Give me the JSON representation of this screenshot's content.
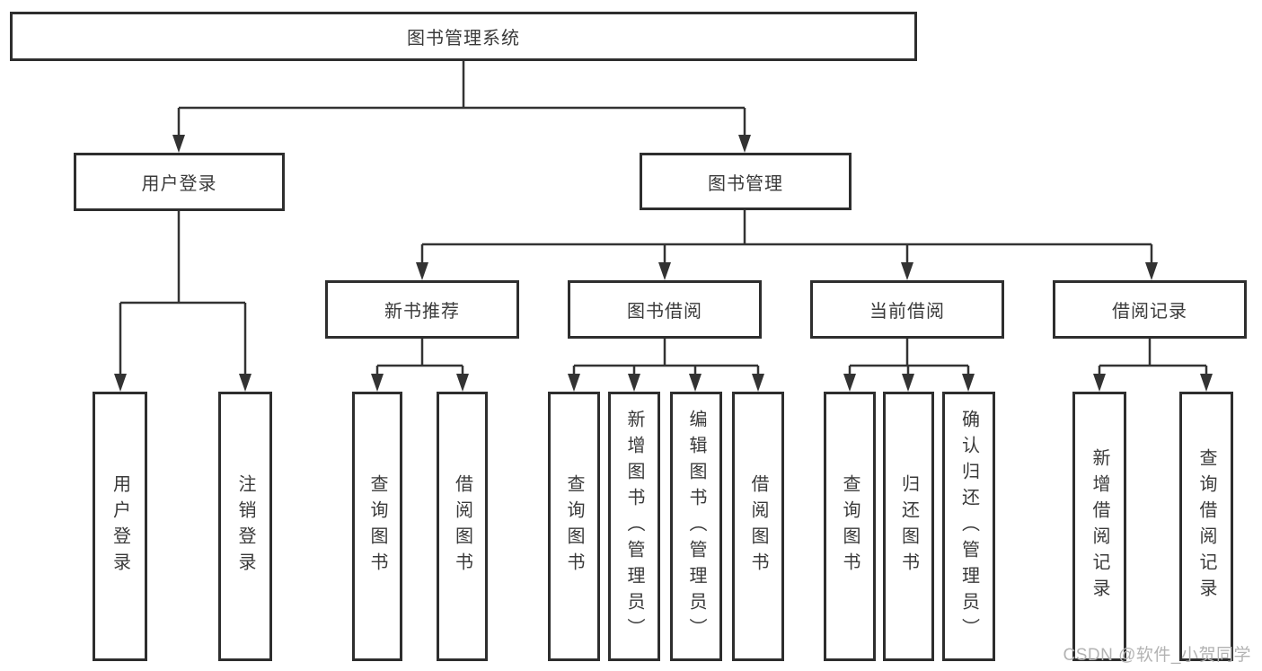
{
  "diagram": {
    "root": {
      "label": "图书管理系统"
    },
    "branches": {
      "user_login": {
        "label": "用户登录",
        "children": [
          {
            "label": "用户登录"
          },
          {
            "label": "注销登录"
          }
        ]
      },
      "book_mgmt": {
        "label": "图书管理",
        "modules": {
          "new_book": {
            "label": "新书推荐",
            "children": [
              {
                "label": "查询图书"
              },
              {
                "label": "借阅图书"
              }
            ]
          },
          "borrow": {
            "label": "图书借阅",
            "children": [
              {
                "label": "查询图书"
              },
              {
                "label": "新增图书（管理员）"
              },
              {
                "label": "编辑图书（管理员）"
              },
              {
                "label": "借阅图书"
              }
            ]
          },
          "current": {
            "label": "当前借阅",
            "children": [
              {
                "label": "查询图书"
              },
              {
                "label": "归还图书"
              },
              {
                "label": "确认归还（管理员）"
              }
            ]
          },
          "records": {
            "label": "借阅记录",
            "children": [
              {
                "label": "新增借阅记录"
              },
              {
                "label": "查询借阅记录"
              }
            ]
          }
        }
      }
    }
  },
  "watermark": {
    "text": "CSDN @软件_小贺同学",
    "color": "#b3b3b3"
  },
  "colors": {
    "line": "#333333",
    "box_border": "#2e2e2e",
    "text": "#3a3a3a",
    "background": "#ffffff"
  }
}
